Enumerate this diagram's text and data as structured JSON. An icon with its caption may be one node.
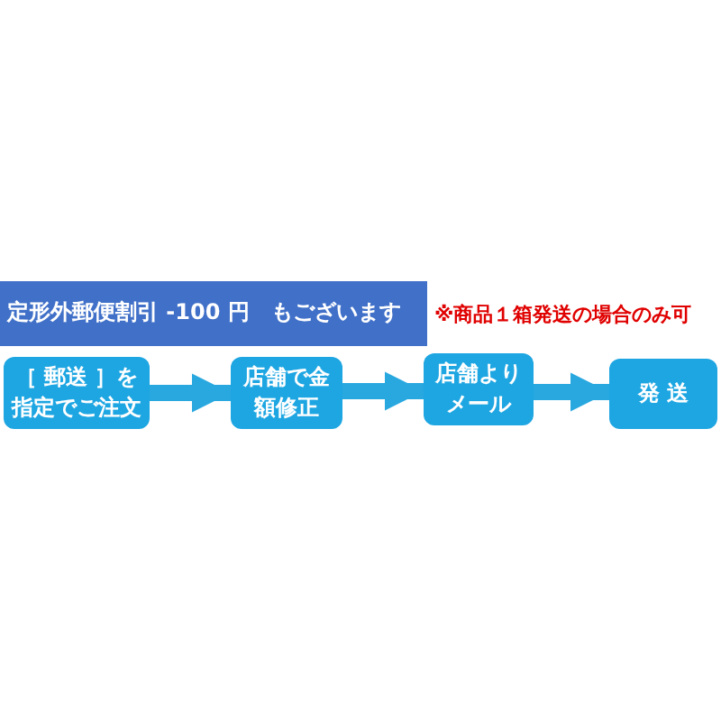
{
  "diagram": {
    "nodes": [
      {
        "text": [
          "定形外郵便割引 -100 円　もございます"
        ]
      },
      {
        "text": [
          "［ 郵送 ］を指定でご注文"
        ]
      },
      {
        "text": [
          "店舗で金額修正"
        ]
      },
      {
        "text": [
          "店舗よりメール"
        ]
      },
      {
        "text": [
          "発 送"
        ]
      }
    ],
    "edges": [
      {
        "from": 1,
        "to": 2,
        "arrow": "to"
      },
      {
        "from": 2,
        "to": 3,
        "arrow": "to"
      },
      {
        "from": 3,
        "to": 4,
        "arrow": "to"
      }
    ],
    "labels": [
      "※商品１箱発送の場合のみ可"
    ]
  }
}
